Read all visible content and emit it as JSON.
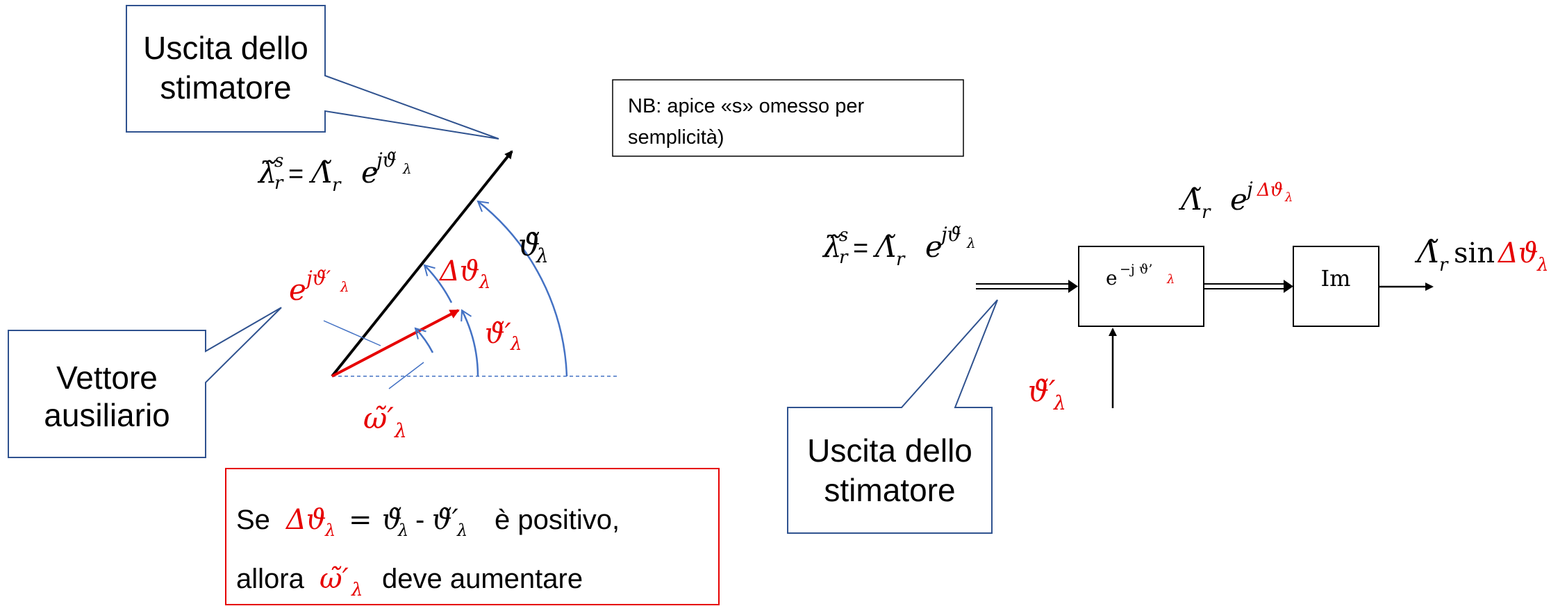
{
  "callouts": {
    "estimator_top": [
      "Uscita dello",
      "stimatore"
    ],
    "auxiliary_vector": [
      "Vettore",
      "ausiliario"
    ],
    "estimator_bottom": [
      "Uscita dello",
      "stimatore"
    ]
  },
  "note": [
    "NB: apice «s» omesso per",
    "semplicità)"
  ],
  "phasor_diagram": {
    "estimate_equation": {
      "lhs": "λ̃",
      "lhs_sup": "s",
      "lhs_sub": "r",
      "eq": "=",
      "mag": "Λ̃",
      "mag_sub": "r",
      "exp_base": "e",
      "exp": "jϑ̃",
      "exp_sub": "λ"
    },
    "aux_exp": {
      "base": "e",
      "exp": "jϑ̃′",
      "exp_sub": "λ"
    },
    "angle_total": {
      "sym": "ϑ̃",
      "sub": "λ"
    },
    "angle_delta": {
      "sym": "Δϑ",
      "sub": "λ"
    },
    "angle_aux": {
      "sym": "ϑ̃′",
      "sub": "λ"
    },
    "omega_aux": {
      "sym": "ω̃′",
      "sub": "λ"
    }
  },
  "condition_box": {
    "line1": {
      "prefix": "Se",
      "delta": "Δϑ",
      "delta_sub": "λ",
      "eq": "=",
      "t1": "ϑ̃",
      "t1_sub": "λ",
      "minus": "-",
      "t2": "ϑ̃′",
      "t2_sub": "λ",
      "suffix": "è positivo,"
    },
    "line2": {
      "prefix": "allora",
      "omega": "ω̃′",
      "omega_sub": "λ",
      "suffix": "deve aumentare"
    }
  },
  "block_diagram": {
    "input_equation": {
      "lhs": "λ̃",
      "lhs_sup": "s",
      "lhs_sub": "r",
      "eq": "=",
      "mag": "Λ̃",
      "mag_sub": "r",
      "exp_base": "e",
      "exp": "jϑ̃",
      "exp_sub": "λ"
    },
    "rotator_block": {
      "base": "e",
      "exp": "−j ϑ’",
      "exp_sub": "λ"
    },
    "rotated_signal": {
      "mag": "Λ̃",
      "mag_sub": "r",
      "base": "e",
      "exp_j": "j",
      "exp_delta": "Δϑ",
      "exp_sub": "λ"
    },
    "im_block": "Im",
    "output": {
      "mag": "Λ̃",
      "mag_sub": "r",
      "func": "sin",
      "delta": "Δϑ",
      "delta_sub": "λ"
    },
    "aux_input": {
      "sym": "ϑ̃′",
      "sub": "λ"
    }
  },
  "colors": {
    "red": "#e60000",
    "callout_border": "#2f528f",
    "arc": "#4472c4"
  }
}
